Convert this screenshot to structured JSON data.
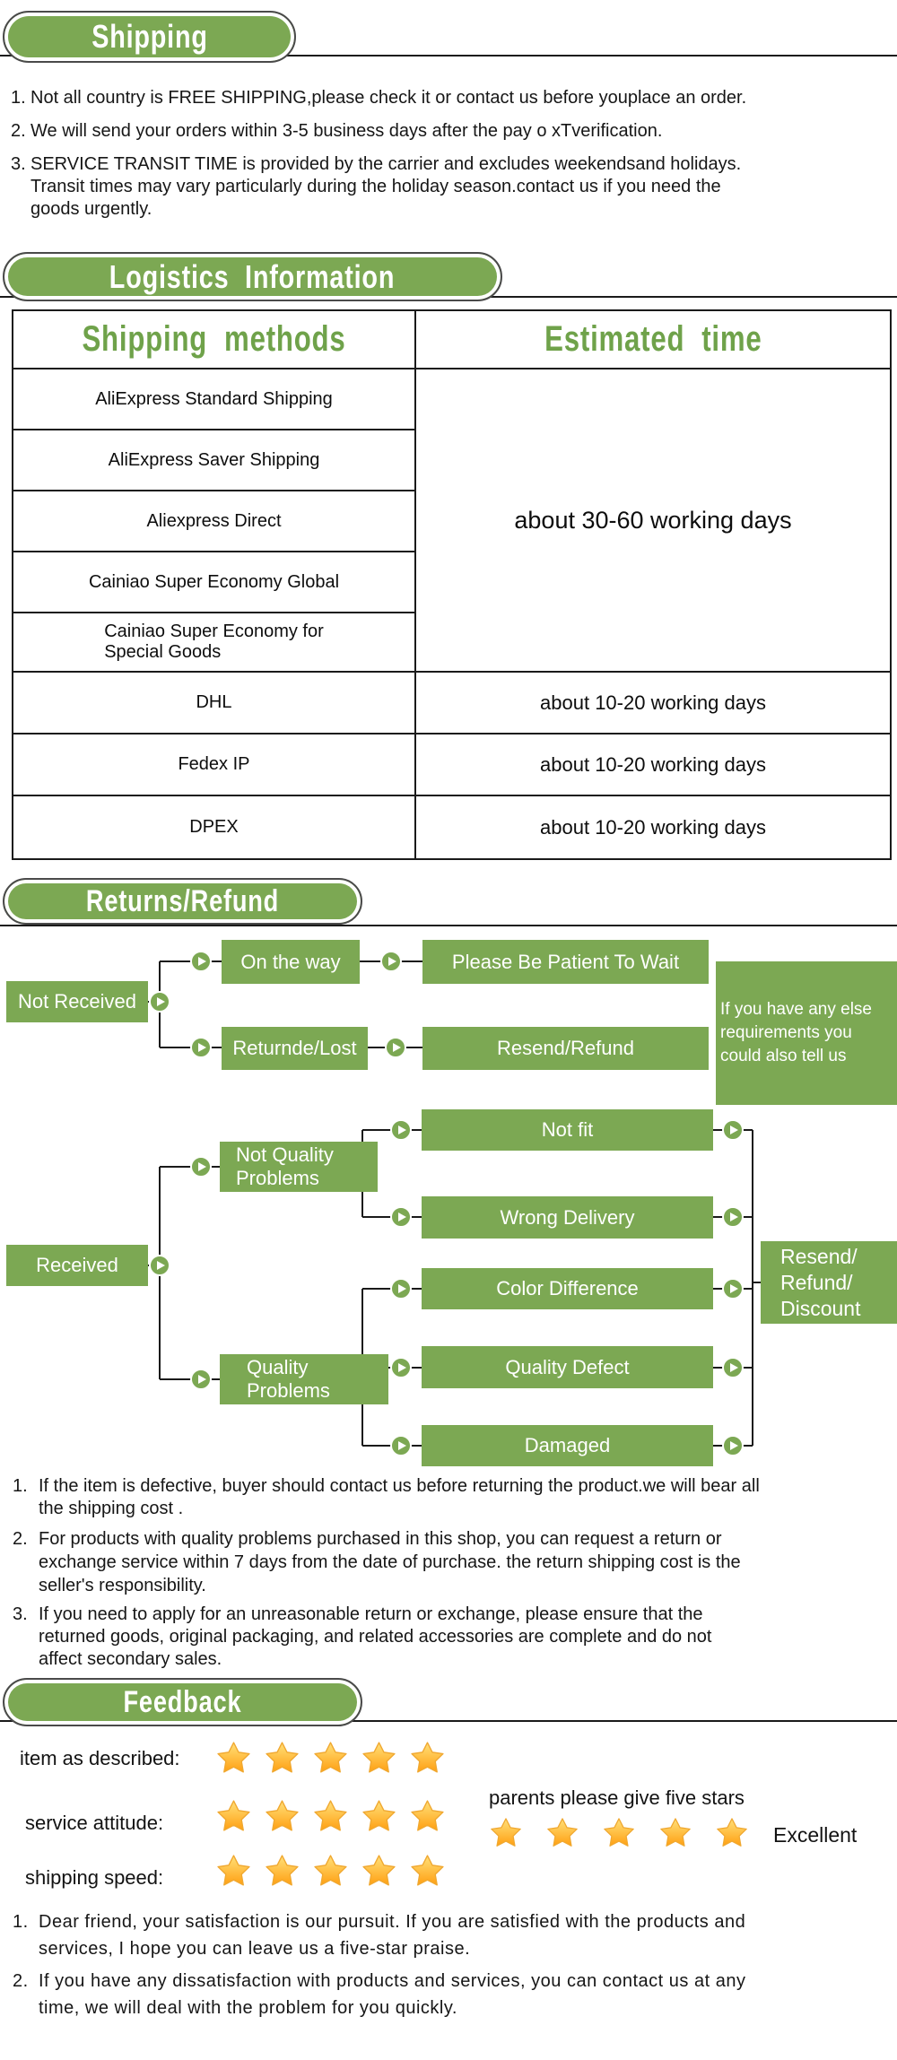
{
  "colors": {
    "green": "#7CA853",
    "green_heading": "#6FA24A",
    "line": "#1a1a1a",
    "star_top": "#FFE07A",
    "star_bottom": "#FFA012",
    "star_edge": "#F0A830"
  },
  "shipping": {
    "title": "Shipping",
    "notes": [
      {
        "num": "1.",
        "lines": [
          "Not all country is FREE SHIPPING,please check it or contact us before youplace an order."
        ]
      },
      {
        "num": "2.",
        "lines": [
          "We will send your orders within 3-5 business days after the pay o xTverification."
        ]
      },
      {
        "num": "3.",
        "lines": [
          "SERVICE TRANSIT TIME is provided by the carrier and excludes weekendsand holidays.",
          "Transit times may vary particularly during the holiday season.contact us if you need the",
          "goods urgently."
        ]
      }
    ]
  },
  "logistics": {
    "title": "Logistics  Information",
    "table": {
      "headers": [
        "Shipping  methods",
        "Estimated  time"
      ],
      "methods": [
        "AliExpress Standard Shipping",
        "AliExpress Saver Shipping",
        "Aliexpress Direct",
        "Cainiao Super Economy Global",
        "Cainiao Super Economy for\nSpecial Goods",
        "DHL",
        "Fedex IP",
        "DPEX"
      ],
      "times": [
        "about 30-60 working days",
        "about 10-20 working days",
        "about 10-20 working days",
        "about 10-20 working days"
      ]
    }
  },
  "returns": {
    "title": "Returns/Refund",
    "flow": {
      "not_received": "Not Received",
      "on_the_way": "On the way",
      "be_patient": "Please Be Patient To Wait",
      "returned_lost": "Returnde/Lost",
      "resend_refund": "Resend/Refund",
      "else_note": "If you have any else\nrequirements you\ncould also tell us",
      "received": "Received",
      "not_quality": "Not Quality\nProblems",
      "not_fit": "Not fit",
      "wrong_delivery": "Wrong Delivery",
      "color_difference": "Color Difference",
      "quality_problems": "Quality\nProblems",
      "quality_defect": "Quality Defect",
      "damaged": "Damaged",
      "outcome": "Resend/\nRefund/\nDiscount"
    },
    "notes": [
      {
        "num": "1.",
        "lines": [
          "If the item is defective, buyer should contact us before returning the product.we will bear all",
          "the shipping cost ."
        ]
      },
      {
        "num": "2.",
        "lines": [
          "For products with quality problems purchased in this shop, you can request a return or",
          "exchange service within 7 days from the date of purchase. the return shipping cost is the",
          "seller's responsibility."
        ]
      },
      {
        "num": "3.",
        "lines": [
          "If you need to apply for an unreasonable return or exchange, please ensure that the",
          "returned goods, original packaging, and related accessories are complete and do not",
          "affect secondary sales."
        ]
      }
    ]
  },
  "feedback": {
    "title": "Feedback",
    "ratings": [
      {
        "label": "item as described:",
        "stars": 5
      },
      {
        "label": "service attitude:",
        "stars": 5
      },
      {
        "label": "shipping speed:",
        "stars": 5
      }
    ],
    "promo": {
      "text": "parents please give five stars",
      "stars": 5,
      "caption": "Excellent"
    },
    "notes": [
      {
        "num": "1.",
        "lines": [
          "Dear friend, your satisfaction is our pursuit. If you are satisfied with the products and",
          "services, I hope you can leave us a five-star praise."
        ]
      },
      {
        "num": "2.",
        "lines": [
          "If you have any dissatisfaction with products and services, you can contact us at any",
          "time, we will deal with the problem for you quickly."
        ]
      }
    ]
  }
}
